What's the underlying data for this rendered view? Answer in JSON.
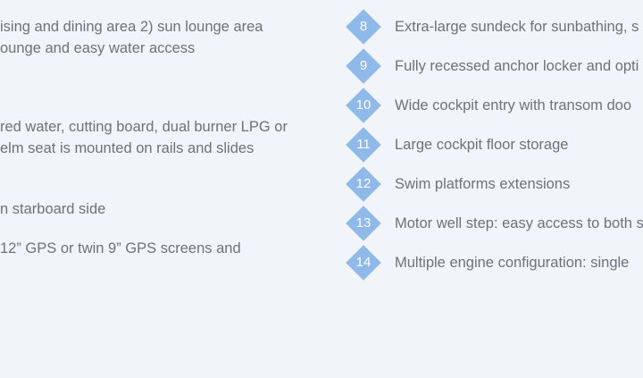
{
  "left_lines": [
    "ising and dining area 2) sun lounge area",
    "ounge and easy water access",
    "red water, cutting board, dual burner LPG or",
    "elm seat is mounted on rails and slides",
    "n starboard side",
    "12” GPS or twin 9” GPS screens and"
  ],
  "features": [
    {
      "number": "8",
      "text": "Extra-large sundeck for sunbathing, s"
    },
    {
      "number": "9",
      "text": "Fully recessed anchor locker and opti"
    },
    {
      "number": "10",
      "text": "Wide cockpit entry with transom doo"
    },
    {
      "number": "11",
      "text": "Large cockpit floor storage"
    },
    {
      "number": "12",
      "text": "Swim platforms extensions"
    },
    {
      "number": "13",
      "text": "Motor well step: easy access to both s"
    },
    {
      "number": "14",
      "text": "Multiple engine configuration: single"
    }
  ],
  "colors": {
    "background": "#f1f4f9",
    "text": "#6b737c",
    "badge": "#8fb9e8",
    "badge_text": "#ffffff"
  }
}
